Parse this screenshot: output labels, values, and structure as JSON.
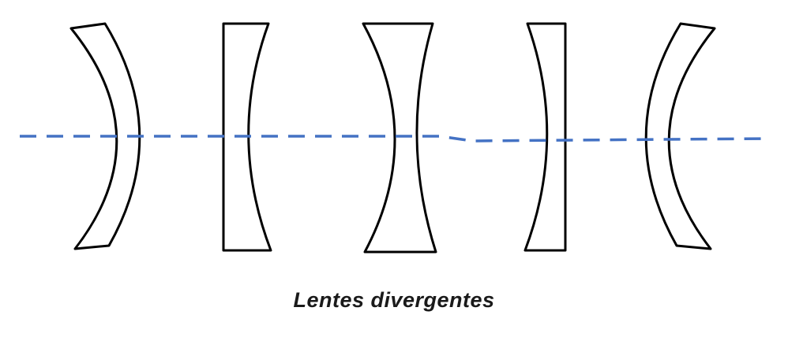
{
  "figure": {
    "caption": "Lentes divergentes"
  },
  "colors": {
    "axis": "#4472C4",
    "lens_stroke": "#000000",
    "background": "#ffffff",
    "caption_text": "#1a1a1a"
  },
  "axis": {
    "orientation": "horizontal",
    "style": "dashed"
  },
  "lenses": [
    {
      "shape": "diverging-meniscus-concave-left"
    },
    {
      "shape": "plano-concave"
    },
    {
      "shape": "biconcave"
    },
    {
      "shape": "concave-plano"
    },
    {
      "shape": "diverging-meniscus-concave-right"
    }
  ]
}
